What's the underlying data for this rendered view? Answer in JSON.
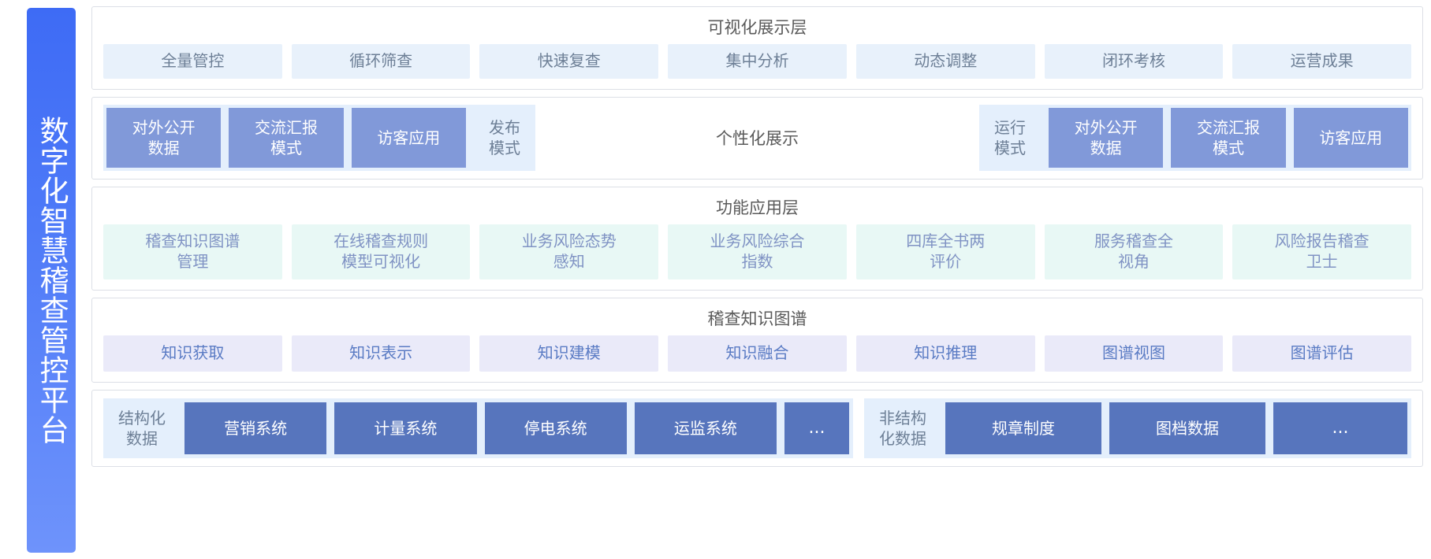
{
  "platform": {
    "title": "数字化智慧稽查管控平台",
    "accent_gradient_start": "#3E6BF5",
    "accent_gradient_end": "#6E93FB"
  },
  "layers": [
    {
      "id": "visualization",
      "title": "可视化展示层",
      "items": [
        "全量管控",
        "循环筛查",
        "快速复查",
        "集中分析",
        "动态调整",
        "闭环考核",
        "运营成果"
      ]
    },
    {
      "id": "personalized",
      "title": "个性化展示",
      "left_group": [
        {
          "label": "对外公开\n数据",
          "style": "solid"
        },
        {
          "label": "交流汇报\n模式",
          "style": "solid"
        },
        {
          "label": "访客应用",
          "style": "solid"
        },
        {
          "label": "发布\n模式",
          "style": "ghost"
        }
      ],
      "right_group": [
        {
          "label": "运行\n模式",
          "style": "ghost"
        },
        {
          "label": "对外公开\n数据",
          "style": "solid"
        },
        {
          "label": "交流汇报\n模式",
          "style": "solid"
        },
        {
          "label": "访客应用",
          "style": "solid"
        }
      ]
    },
    {
      "id": "function",
      "title": "功能应用层",
      "items": [
        "稽查知识图谱\n管理",
        "在线稽查规则\n模型可视化",
        "业务风险态势\n感知",
        "业务风险综合\n指数",
        "四库全书两\n评价",
        "服务稽查全\n视角",
        "风险报告稽查\n卫士"
      ]
    },
    {
      "id": "knowledge-graph",
      "title": "稽查知识图谱",
      "items": [
        "知识获取",
        "知识表示",
        "知识建模",
        "知识融合",
        "知识推理",
        "图谱视图",
        "图谱评估"
      ]
    },
    {
      "id": "data-sources",
      "structured": {
        "label": "结构化\n数据",
        "items": [
          "营销系统",
          "计量系统",
          "停电系统",
          "运监系统",
          "..."
        ]
      },
      "unstructured": {
        "label": "非结构\n化数据",
        "items": [
          "规章制度",
          "图档数据",
          "..."
        ]
      }
    }
  ]
}
